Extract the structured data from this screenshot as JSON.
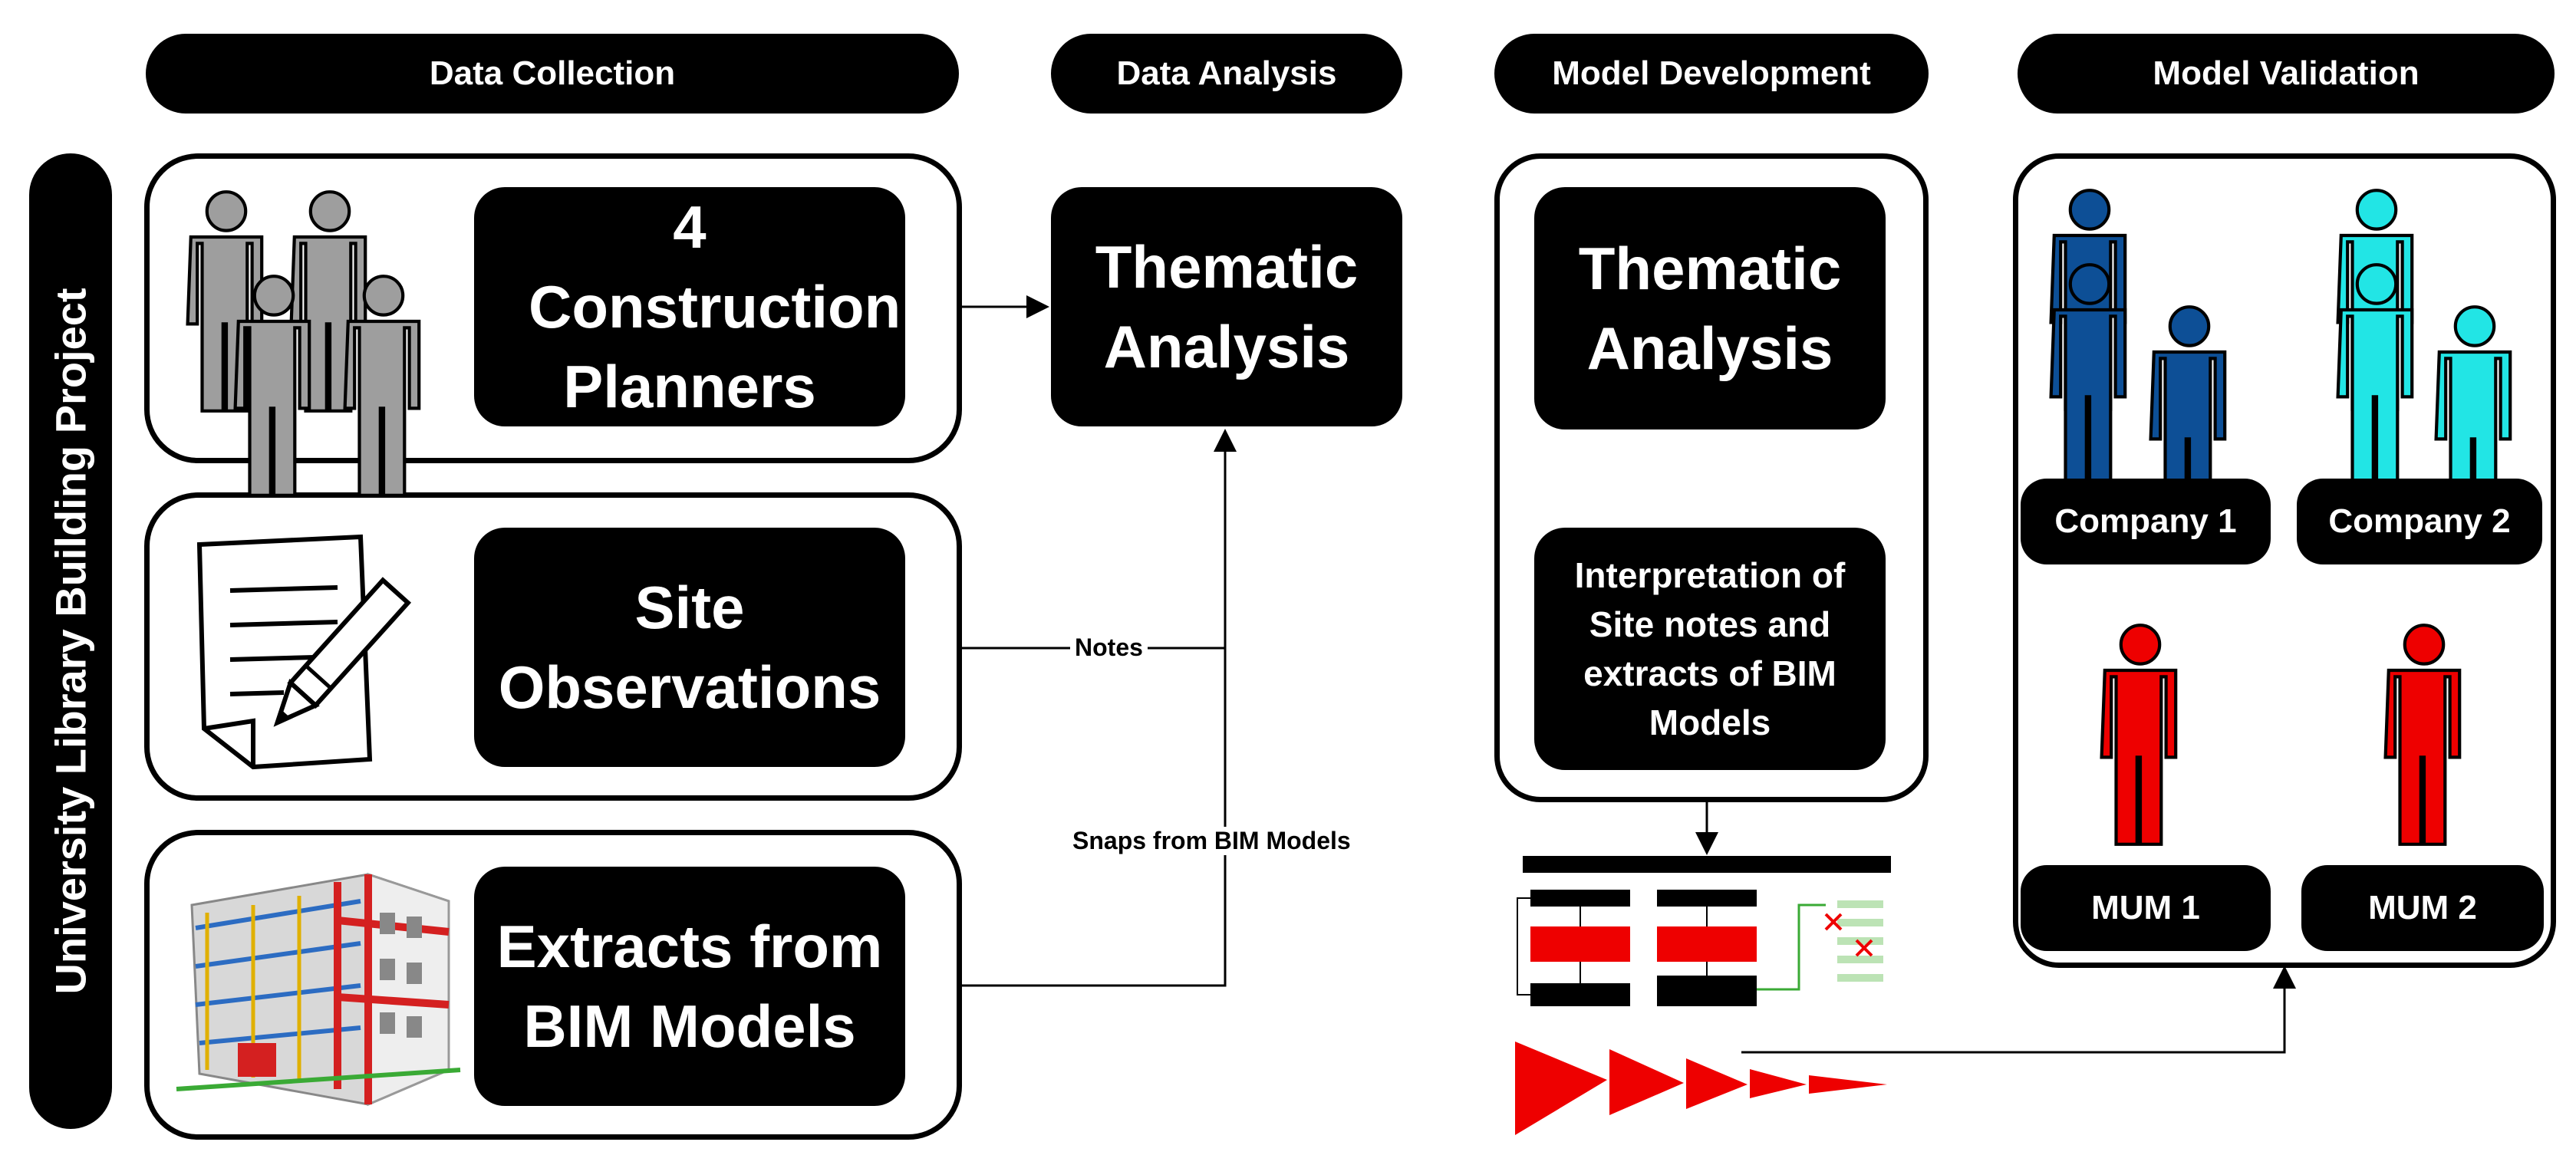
{
  "phases": {
    "collection": "Data Collection",
    "analysis": "Data Analysis",
    "development": "Model Development",
    "validation": "Model Validation"
  },
  "project": "University Library Building Project",
  "collection": {
    "planners": "4 Construction Planners",
    "observations": "Site Observations",
    "bim": "Extracts from BIM Models"
  },
  "analysis": {
    "thematic": "Thematic Analysis"
  },
  "links": {
    "notes": "Notes",
    "snaps": "Snaps from BIM Models"
  },
  "development": {
    "thematic": "Thematic Analysis",
    "interpretation": "Interpretation of Site notes and extracts of BIM Models"
  },
  "validation": {
    "company1": "Company 1",
    "company2": "Company 2",
    "mum1": "MUM 1",
    "mum2": "MUM 2"
  },
  "colors": {
    "company1": "#0D4F96",
    "company2": "#22E5E5",
    "mum": "#EE0000",
    "planners": "#9E9E9E"
  }
}
